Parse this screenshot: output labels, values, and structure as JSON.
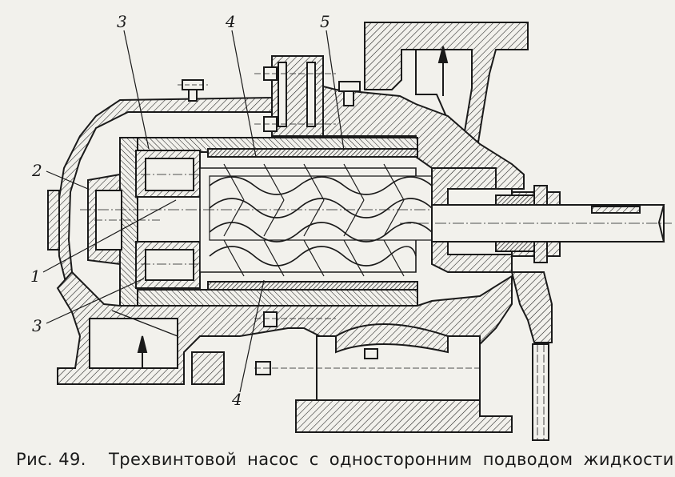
{
  "figure": {
    "callouts": [
      "3",
      "4",
      "5",
      "2",
      "1",
      "3",
      "4"
    ],
    "caption_prefix": "Рис. 49.",
    "caption_text": "Трехвинтовой насос с односторонним подводом жидкости",
    "colors": {
      "ink": "#1a1a1a",
      "paper": "#f2f1ec"
    }
  }
}
